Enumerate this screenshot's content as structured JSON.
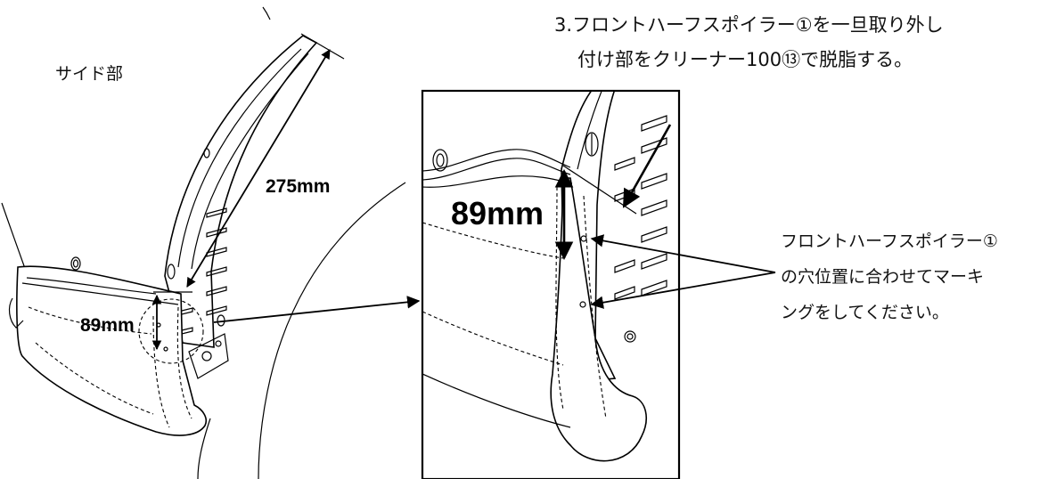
{
  "instruction": {
    "line1": "3.フロントハーフスポイラー①を一旦取り外し",
    "line2": "付け部をクリーナー100⑬で脱脂する。"
  },
  "side_label": "サイド部",
  "dimensions": {
    "length_275": "275mm",
    "height_89_left": "89mm",
    "height_89_detail": "89mm"
  },
  "callout": {
    "line1": "フロントハーフスポイラー①",
    "line2": "の穴位置に合わせてマーキ",
    "line3": "ングをしてください。"
  }
}
